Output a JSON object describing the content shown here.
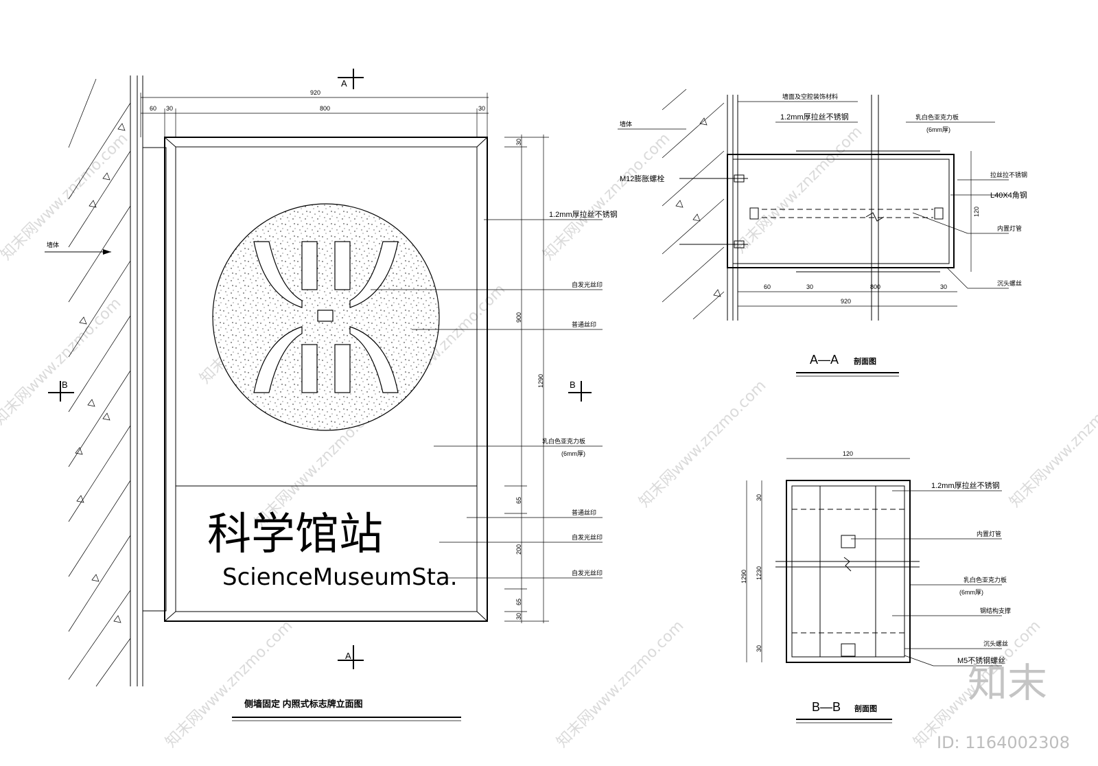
{
  "elevation": {
    "section_mark_top": "A",
    "section_mark_bottom": "A",
    "section_mark_left": "B",
    "section_mark_right": "B",
    "dim_total_width": "920",
    "dim_left_offset": "60",
    "dim_frame_left": "30",
    "dim_panel_width": "800",
    "dim_frame_right": "30",
    "dim_total_height": "1290",
    "dim_upper_height": "900",
    "dim_top_frame": "30",
    "dim_gap_upper": "65",
    "dim_text_band": "200",
    "dim_gap_lower": "65",
    "dim_bottom_frame": "30",
    "wall_label": "墙体",
    "label_steel": "1.2mm厚拉丝不锈钢",
    "label_logo_film_1": "自发光丝印",
    "label_logo_film_2": "普通丝印",
    "label_glass": "乳白色亚克力板",
    "label_glass_thk": "(6mm厚)",
    "label_text_film_1": "普通丝印",
    "label_text_film_2": "自发光丝印",
    "label_text_film_3": "自发光丝印",
    "sign_title_cn": "科学馆站",
    "sign_title_en": "ScienceMuseumSta.",
    "caption": "侧墙固定   内照式标志牌立面图"
  },
  "section_aa": {
    "title": "A—A",
    "title_suffix": "剖面图",
    "label_wall": "墙体",
    "label_mount": "墙面及空腔装饰材料",
    "label_steel": "1.2mm厚拉丝不锈钢",
    "label_glass": "乳白色亚克力板",
    "label_glass_thk": "(6mm厚)",
    "label_bolt": "M12膨胀螺栓",
    "label_side_steel": "拉丝拉不锈钢",
    "label_angle": "L40X4角钢",
    "label_lamp": "内置灯管",
    "label_screw": "沉头螺丝",
    "dim_depth": "120",
    "dim_a": "60",
    "dim_b": "30",
    "dim_c": "800",
    "dim_d": "30",
    "dim_total": "920"
  },
  "section_bb": {
    "title": "B—B",
    "title_suffix": "剖面图",
    "dim_width": "120",
    "dim_total": "1290",
    "dim_inner": "1230",
    "dim_top": "30",
    "dim_bottom": "30",
    "label_steel": "1.2mm厚拉丝不锈钢",
    "label_lamp": "内置灯管",
    "label_glass": "乳白色亚克力板",
    "label_glass_thk": "(6mm厚)",
    "label_frame": "钢结构支撑",
    "label_screw": "沉头螺丝",
    "label_m5": "M5不锈钢螺丝"
  },
  "brand": {
    "logo": "知末",
    "id_text": "ID: 1164002308",
    "watermark": "知末网www.znzmo.com"
  }
}
